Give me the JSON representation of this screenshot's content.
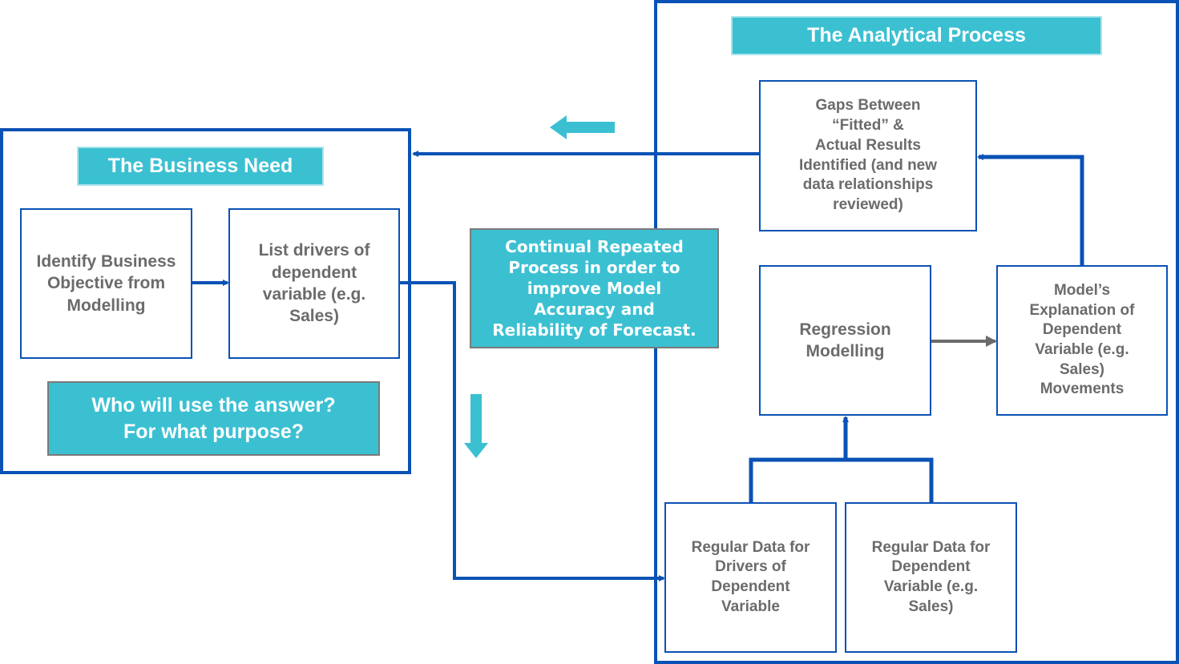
{
  "colors": {
    "frame_blue": "#0a52b5",
    "accent_teal": "#3bc0d2",
    "body_text_grey": "#6b6b6b",
    "arrow_grey": "#6b6b6b"
  },
  "business_need": {
    "title": "The Business Need",
    "identify_objective": "Identify Business\nObjective from\nModelling",
    "list_drivers": "List drivers of\ndependent\nvariable (e.g.\nSales)",
    "question": "Who will use the answer?\nFor what purpose?"
  },
  "analytical_process": {
    "title": "The Analytical Process",
    "gaps": "Gaps Between\n“Fitted” &\nActual Results\nIdentified (and new\ndata relationships\nreviewed)",
    "regression": "Regression\nModelling",
    "explanation": "Model’s\nExplanation of\nDependent\nVariable (e.g.\nSales)\nMovements",
    "data_drivers": "Regular Data for\nDrivers of\nDependent\nVariable",
    "data_dependent": "Regular Data for\nDependent\nVariable (e.g.\nSales)"
  },
  "callout": {
    "text": "Continual Repeated\nProcess in order to\nimprove Model\nAccuracy and\nReliability of Forecast."
  },
  "icons": {
    "flow_left": "arrow-left-icon",
    "flow_down": "arrow-down-icon"
  }
}
